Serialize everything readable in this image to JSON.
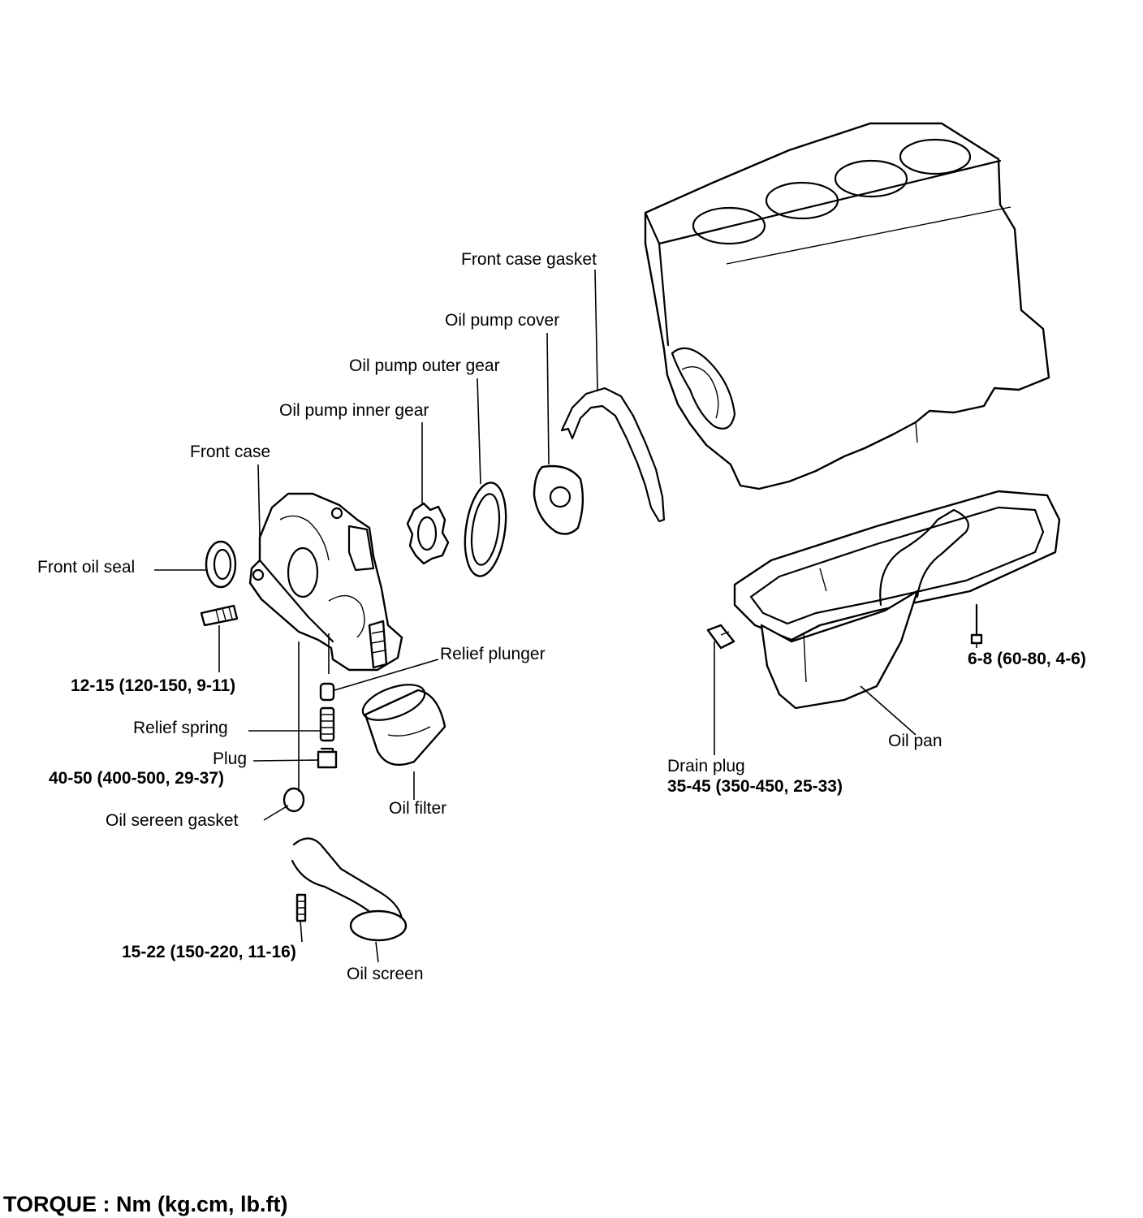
{
  "labels": {
    "front_case_gasket": "Front case gasket",
    "oil_pump_cover": "Oil pump cover",
    "oil_pump_outer_gear": "Oil pump outer gear",
    "oil_pump_inner_gear": "Oil pump inner gear",
    "front_case": "Front case",
    "front_oil_seal": "Front oil seal",
    "relief_plunger": "Relief plunger",
    "relief_spring": "Relief spring",
    "plug": "Plug",
    "oil_screen_gasket": "Oil sereen gasket",
    "oil_filter": "Oil filter",
    "oil_screen": "Oil screen",
    "oil_pan": "Oil pan",
    "drain_plug": "Drain plug"
  },
  "torques": {
    "front_case_bolt": "12-15 (120-150, 9-11)",
    "plug": "40-50 (400-500, 29-37)",
    "oil_screen_bolt": "15-22 (150-220, 11-16)",
    "oil_pan_bolt": "6-8 (60-80, 4-6)",
    "drain_plug": "35-45 (350-450, 25-33)"
  },
  "footer": "TORQUE : Nm (kg.cm, lb.ft)"
}
